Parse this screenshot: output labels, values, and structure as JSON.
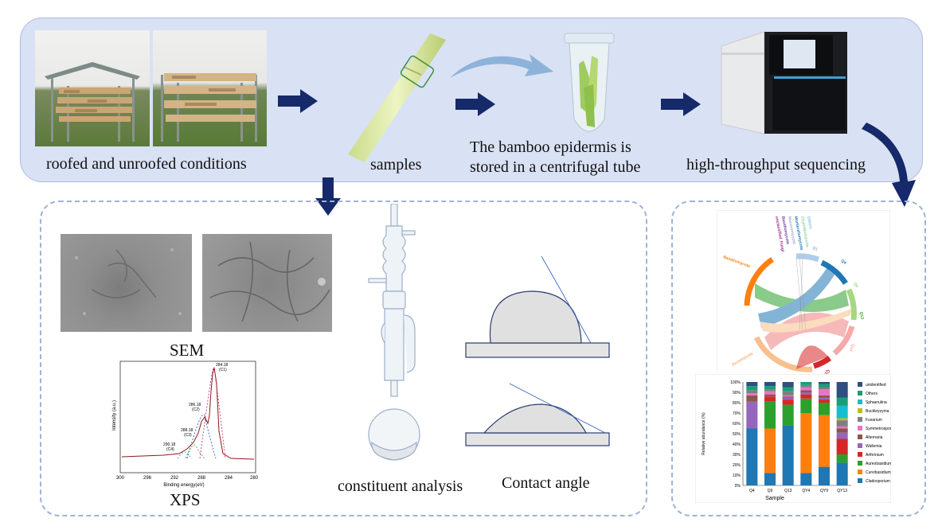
{
  "labels": {
    "conditions": "roofed and unroofed conditions",
    "samples": "samples",
    "storage_line1": "The bamboo epidermis is",
    "storage_line2": "stored in a centrifugal tube",
    "sequencing": "high-throughput sequencing",
    "sem": "SEM",
    "xps": "XPS",
    "constituent": "constituent analysis",
    "contact": "Contact angle"
  },
  "xps": {
    "xlabel": "Binding energy(eV)",
    "ylabel": "Intensity (a.u.)",
    "x_ticks": [
      "300",
      "296",
      "292",
      "288",
      "284",
      "280"
    ],
    "peaks": [
      {
        "value": "284.18",
        "name": "(C1)"
      },
      {
        "value": "286.18",
        "name": "(C2)"
      },
      {
        "value": "288.18",
        "name": "(C3)"
      },
      {
        "value": "290.18",
        "name": "(C4)"
      }
    ]
  },
  "chord": {
    "segments": [
      "Q1",
      "Q4",
      "Q9",
      "Q13",
      "Q14",
      "Q19",
      "Basidiomycota",
      "Ascomycota"
    ],
    "taxa": [
      "unclassified_Fungi",
      "Basidiomycota",
      "Mucoromycota",
      "Mortierellomycota",
      "Chytridiomycota",
      "Others"
    ]
  },
  "chart_data": {
    "type": "bar",
    "stacked": true,
    "xlabel": "Sample",
    "ylabel": "Relative abundance (%)",
    "categories": [
      "Q4",
      "Q9",
      "Q13",
      "QY4",
      "QY9",
      "QY13"
    ],
    "y_ticks": [
      "0%",
      "10%",
      "20%",
      "30%",
      "40%",
      "50%",
      "60%",
      "70%",
      "80%",
      "90%",
      "100%"
    ],
    "series": [
      {
        "name": "Cladosporium",
        "color": "#1f77b4",
        "values": [
          55,
          12,
          58,
          12,
          18,
          22
        ]
      },
      {
        "name": "Curvibasidium",
        "color": "#ff7f0e",
        "values": [
          0,
          43,
          0,
          58,
          50,
          0
        ]
      },
      {
        "name": "Aureobasidium",
        "color": "#2ca02c",
        "values": [
          0,
          26,
          20,
          14,
          12,
          8
        ]
      },
      {
        "name": "Arthrinium",
        "color": "#d62728",
        "values": [
          0,
          5,
          5,
          4,
          3,
          15
        ]
      },
      {
        "name": "Wallemia",
        "color": "#9467bd",
        "values": [
          26,
          0,
          2,
          2,
          2,
          6
        ]
      },
      {
        "name": "Alternaria",
        "color": "#8c564b",
        "values": [
          6,
          2,
          1,
          2,
          2,
          4
        ]
      },
      {
        "name": "Symmetrospora",
        "color": "#e377c2",
        "values": [
          2,
          3,
          1,
          3,
          6,
          2
        ]
      },
      {
        "name": "Fusarium",
        "color": "#7f7f7f",
        "values": [
          3,
          2,
          4,
          2,
          2,
          6
        ]
      },
      {
        "name": "Buckleyzyma",
        "color": "#bcbd22",
        "values": [
          0,
          0,
          0,
          0,
          0,
          2
        ]
      },
      {
        "name": "Sphaerulina",
        "color": "#17becf",
        "values": [
          0,
          0,
          0,
          0,
          0,
          12
        ]
      },
      {
        "name": "Others",
        "color": "#1a9e77",
        "values": [
          4,
          3,
          4,
          3,
          3,
          8
        ]
      },
      {
        "name": "unidentified",
        "color": "#2f4f7f",
        "values": [
          4,
          4,
          5,
          0,
          2,
          15
        ]
      }
    ]
  }
}
